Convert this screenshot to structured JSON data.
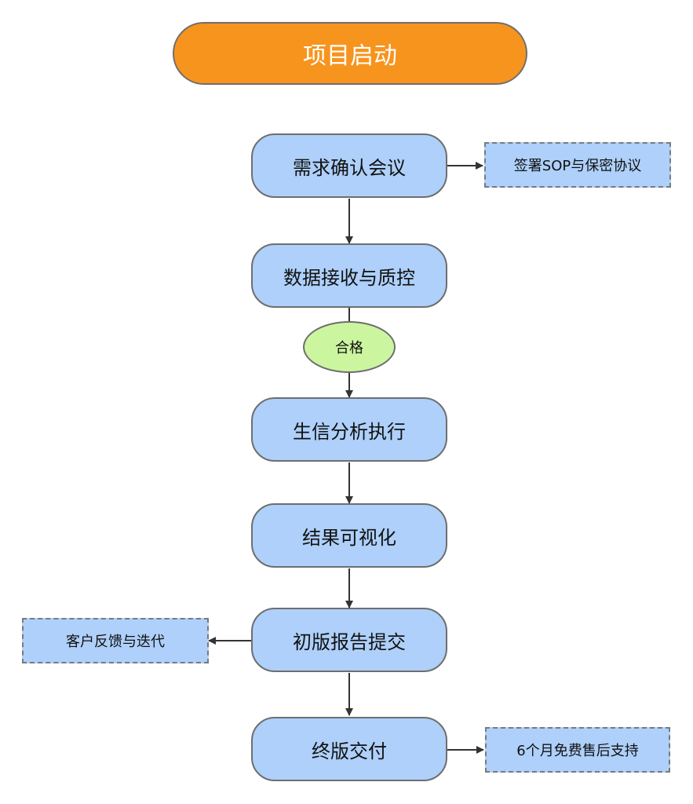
{
  "diagram": {
    "start": "项目启动",
    "steps": [
      "需求确认会议",
      "数据接收与质控",
      "生信分析执行",
      "结果可视化",
      "初版报告提交",
      "终版交付"
    ],
    "decision": "合格",
    "side_notes": {
      "sop": "签署SOP与保密协议",
      "feedback": "客户反馈与迭代",
      "support": "6个月免费售后支持"
    },
    "colors": {
      "start": "#f7941d",
      "step": "#aed0fa",
      "decision": "#ccf5a0",
      "border": "#6e6e6e",
      "arrow": "#333333"
    }
  }
}
